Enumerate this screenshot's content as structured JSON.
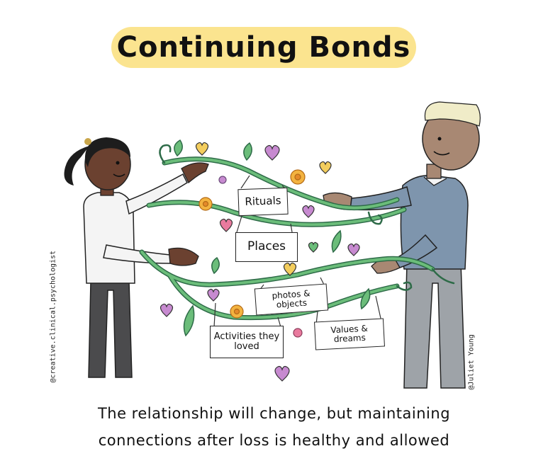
{
  "title": "Continuing Bonds",
  "tags": {
    "rituals": "Rituals",
    "places": "Places",
    "photos_objects": "photos & objects",
    "activities": "Activities they loved",
    "values_dreams": "Values & dreams"
  },
  "credits": {
    "left": "@creative.clinical.psychologist",
    "right": "@Juliet Young"
  },
  "caption": {
    "line1": "The relationship will change, but maintaining",
    "line2": "connections after loss is healthy and allowed"
  }
}
